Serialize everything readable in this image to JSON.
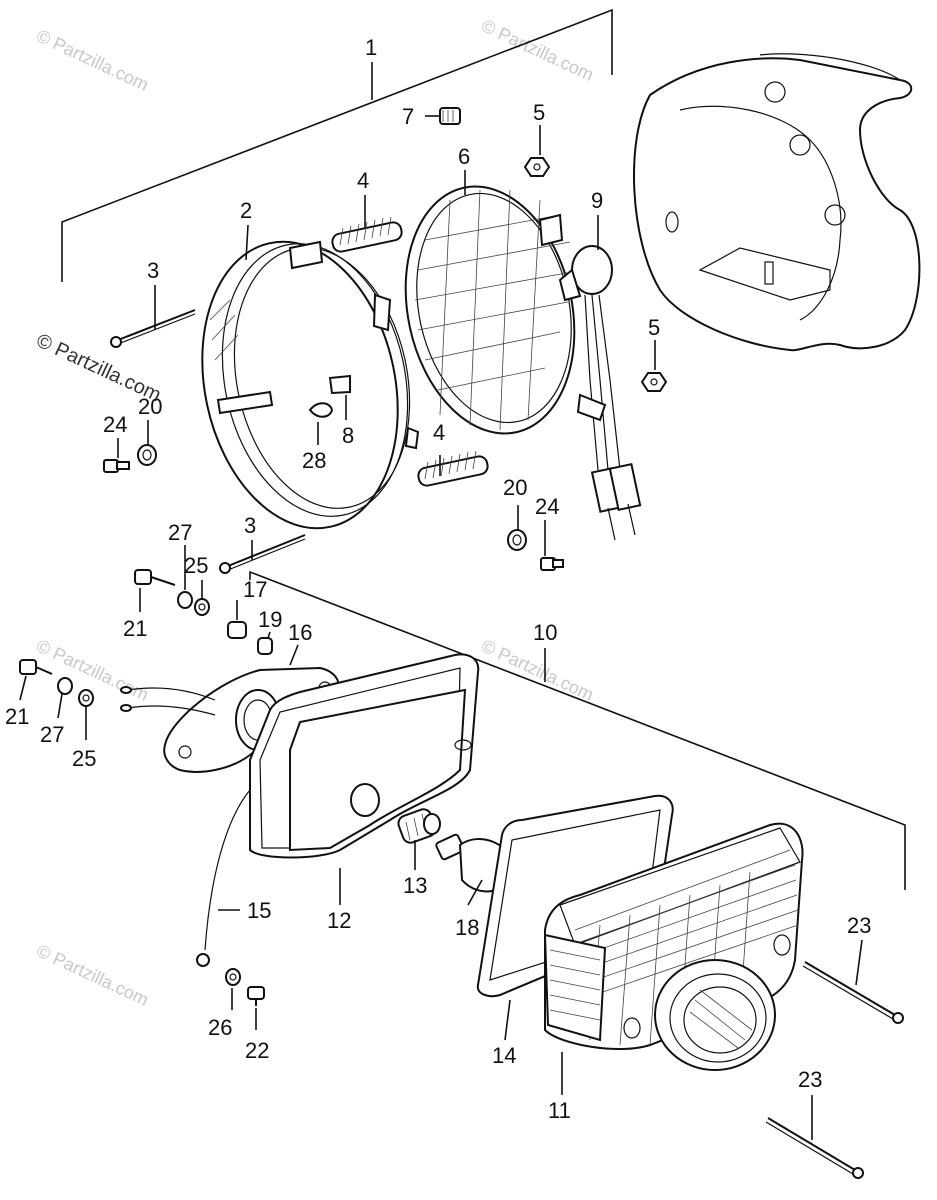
{
  "watermark": {
    "brand": "© Partzilla.com",
    "positions_note": ""
  },
  "callouts": {
    "c1": "1",
    "c2": "2",
    "c3a": "3",
    "c3b": "3",
    "c4a": "4",
    "c4b": "4",
    "c5a": "5",
    "c5b": "5",
    "c6": "6",
    "c7": "7",
    "c8": "8",
    "c9": "9",
    "c10": "10",
    "c11": "11",
    "c12": "12",
    "c13": "13",
    "c14": "14",
    "c15": "15",
    "c16": "16",
    "c17": "17",
    "c18": "18",
    "c19": "19",
    "c20a": "20",
    "c20b": "20",
    "c21a": "21",
    "c21b": "21",
    "c22": "22",
    "c23a": "23",
    "c23b": "23",
    "c24a": "24",
    "c24b": "24",
    "c25a": "25",
    "c25b": "25",
    "c26": "26",
    "c27a": "27",
    "c27b": "27",
    "c28": "28"
  }
}
